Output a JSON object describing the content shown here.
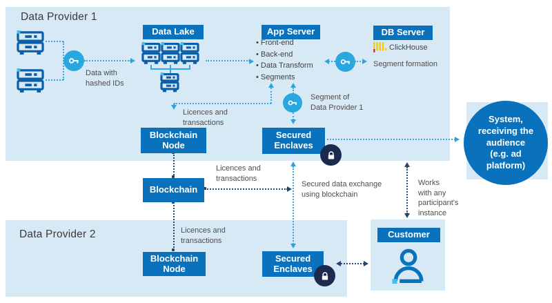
{
  "dp1": {
    "title": "Data Provider 1"
  },
  "dp2": {
    "title": "Data Provider 2"
  },
  "boxes": {
    "data_lake": "Data Lake",
    "app_server": "App Server",
    "db_server": "DB Server",
    "blockchain_node_1": "Blockchain\nNode",
    "secured_enclaves_1": "Secured\nEnclaves",
    "blockchain": "Blockchain",
    "blockchain_node_2": "Blockchain\nNode",
    "secured_enclaves_2": "Secured\nEnclaves",
    "customer": "Customer"
  },
  "system_circle": {
    "label": "System,\nreceiving the\naudience\n(e.g. ad\nplatform)"
  },
  "app_server": {
    "items": [
      "Front-end",
      "Back-end",
      "Data Transform",
      "Segments"
    ]
  },
  "db_server": {
    "product": "ClickHouse",
    "caption": "Segment formation"
  },
  "annotations": {
    "data_with_hashed_ids": "Data with\nhashed IDs",
    "licences_1": "Licences and\ntransactions",
    "licences_2": "Licences and\ntransactions",
    "licences_3": "Licences and\ntransactions",
    "segment_of_dp1": "Segment of\nData Provider 1",
    "secured_exchange": "Secured data exchange\nusing blockchain",
    "works_with": "Works\nwith any\nparticipant's\ninstance"
  },
  "colors": {
    "box_blue": "#0a72bc",
    "icon_blue": "#0b5ea8",
    "key_circle": "#29a8e0",
    "panel_blue": "#d8e9f6",
    "lock_navy": "#1c2b4d",
    "light_line": "#35a8df",
    "dark_line": "#24466b",
    "clickhouse_yellow": "#ffcb00",
    "clickhouse_red": "#fa2a2a",
    "accent_cyan": "#3fbeef"
  }
}
